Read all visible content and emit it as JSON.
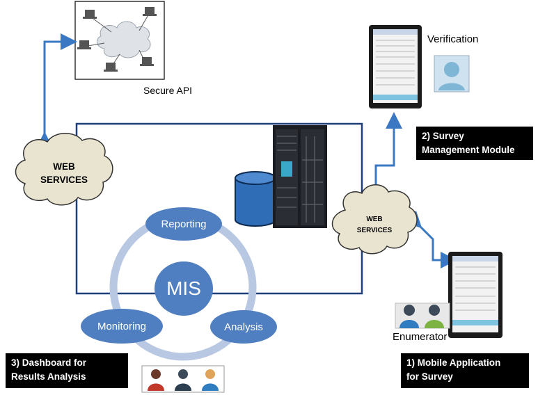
{
  "labels": {
    "secure_api": "Secure API",
    "verification": "Verification",
    "enumerator": "Enumerator",
    "survey_module": "2) Survey\nManagement Module",
    "mobile_app": "1) Mobile Application\nfor Survey",
    "dashboard": "3) Dashboard for\nResults Analysis"
  },
  "web_services_left": [
    "WEB",
    "SERVICES"
  ],
  "web_services_right": [
    "WEB",
    "SERVICES"
  ],
  "mis": {
    "center": "MIS",
    "reporting": "Reporting",
    "analysis": "Analysis",
    "monitoring": "Monitoring"
  },
  "colors": {
    "arrow": "#3b78c4",
    "node": "#4f7fc0",
    "ring": "#b8c7e2",
    "frame": "#1f3f7a",
    "cloud": "#e9e4cf"
  }
}
